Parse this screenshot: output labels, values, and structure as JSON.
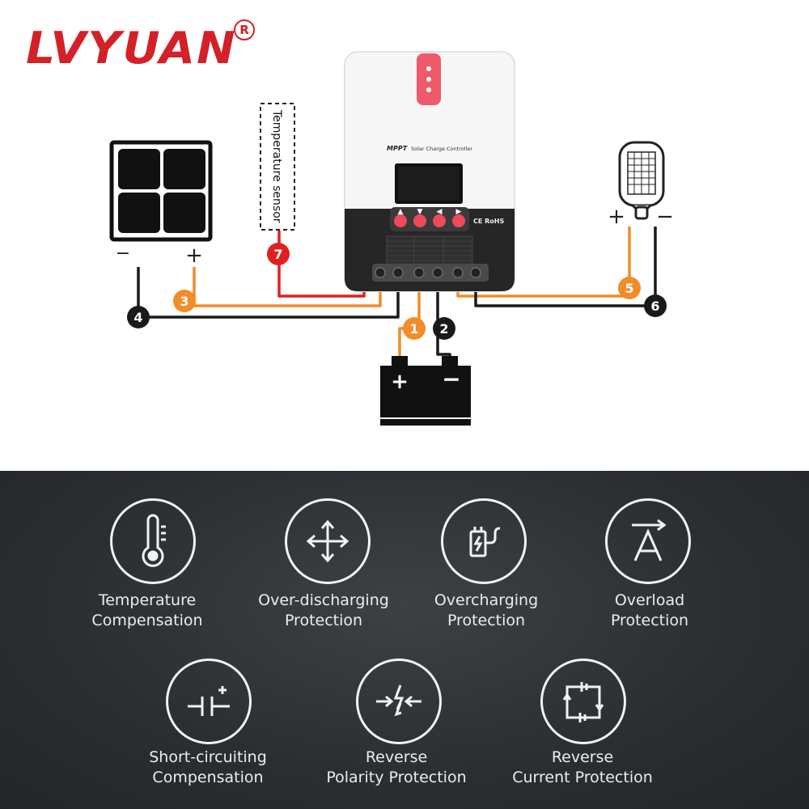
{
  "brand": {
    "name": "LVYUAN",
    "reg_mark": "R"
  },
  "controller": {
    "model_text": "MPPT",
    "title": "Solar Charge Controller",
    "buttons": [
      "▲",
      "▼",
      "◀",
      "▶"
    ],
    "cert": "CE RoHS"
  },
  "sensor": {
    "label": "Temperature sensor"
  },
  "polarity": {
    "panel_minus": "−",
    "panel_plus": "+",
    "load_plus": "+",
    "load_minus": "−",
    "battery_plus": "+",
    "battery_minus": "−"
  },
  "terminals": [
    "1",
    "2",
    "3",
    "4",
    "5",
    "6",
    "7"
  ],
  "colors": {
    "brand_red": "#d32127",
    "positive_wire": "#f28c28",
    "negative_wire": "#1a1a1a",
    "sensor_wire": "#e02020",
    "dark_bg": "#2b2e31"
  },
  "features": [
    {
      "icon": "thermometer-icon",
      "line1": "Temperature",
      "line2": "Compensation"
    },
    {
      "icon": "arrows-out-icon",
      "line1": "Over-discharging",
      "line2": "Protection"
    },
    {
      "icon": "battery-plug-icon",
      "line1": "Overcharging",
      "line2": "Protection"
    },
    {
      "icon": "ampere-icon",
      "line1": "Overload",
      "line2": "Protection"
    },
    {
      "icon": "capacitor-icon",
      "line1": "Short-circuiting",
      "line2": "Compensation"
    },
    {
      "icon": "lightning-arrows-icon",
      "line1": "Reverse",
      "line2": "Polarity Protection"
    },
    {
      "icon": "reverse-current-icon",
      "line1": "Reverse",
      "line2": "Current Protection"
    }
  ]
}
